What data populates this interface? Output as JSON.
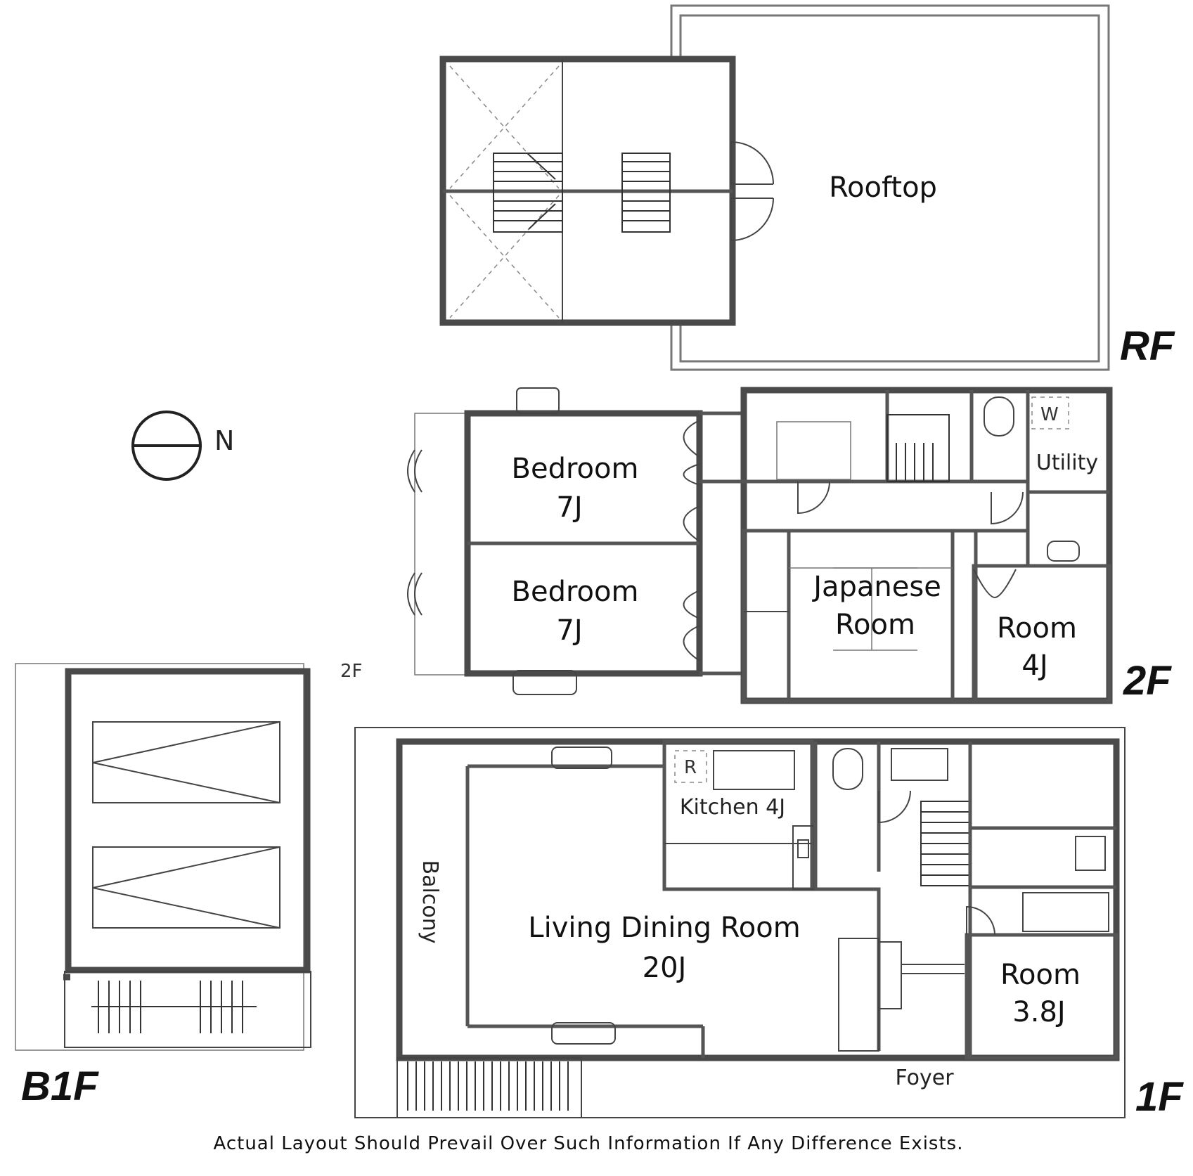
{
  "floors": {
    "rf": {
      "label": "RF",
      "rooms": {
        "rooftop": "Rooftop"
      }
    },
    "second": {
      "label": "2F",
      "small_tag": "2F",
      "rooms": {
        "bedroom_a_name": "Bedroom",
        "bedroom_a_size": "7J",
        "bedroom_b_name": "Bedroom",
        "bedroom_b_size": "7J",
        "japanese_room_line1": "Japanese",
        "japanese_room_line2": "Room",
        "room_4_name": "Room",
        "room_4_size": "4J",
        "utility": "Utility",
        "washer_mark": "W"
      }
    },
    "first": {
      "label": "1F",
      "rooms": {
        "kitchen": "Kitchen 4J",
        "fridge_mark": "R",
        "balcony": "Balcony",
        "ldr_name": "Living Dining Room",
        "ldr_size": "20J",
        "room_38_name": "Room",
        "room_38_size": "3.8J",
        "foyer": "Foyer"
      }
    },
    "b1f": {
      "label": "B1F"
    }
  },
  "compass": {
    "label": "N"
  },
  "disclaimer": "Actual Layout Should Prevail Over Such Information If Any Difference Exists."
}
